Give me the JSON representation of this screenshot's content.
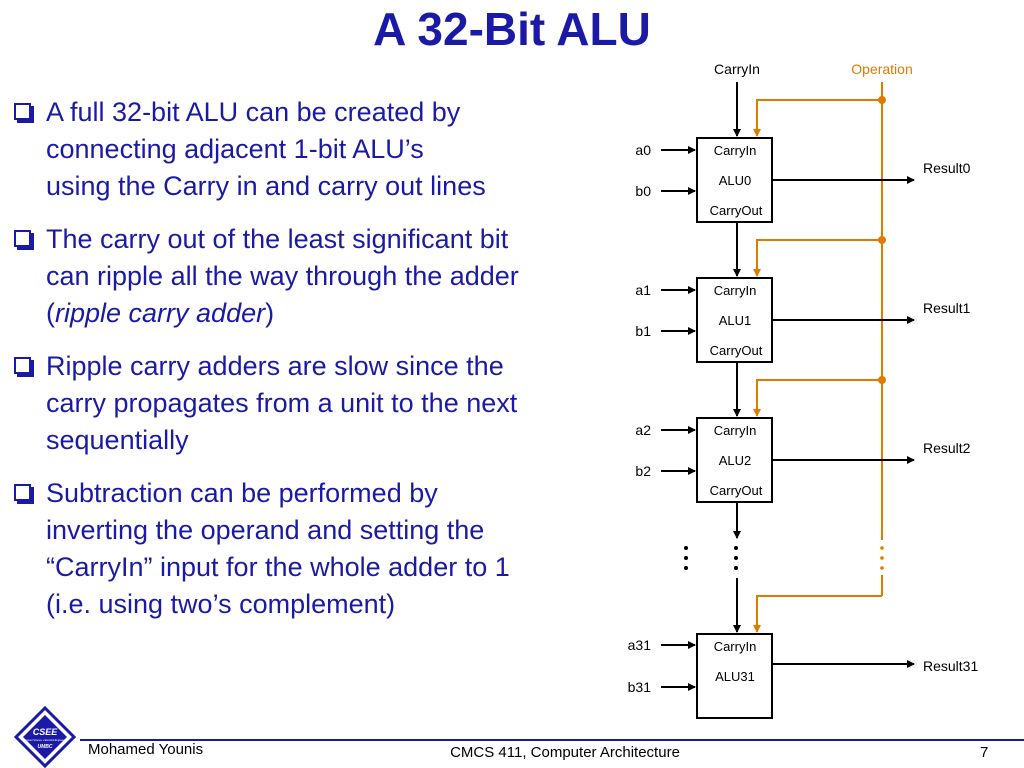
{
  "title": "A 32-Bit ALU",
  "bullets": [
    {
      "lines": [
        "A full 32-bit ALU can be created by",
        "connecting adjacent 1-bit ALU’s",
        "using the Carry in and carry out lines"
      ]
    },
    {
      "lines": [
        "The carry out of the least significant bit",
        "can ripple all the way through the adder"
      ],
      "pre": "(",
      "emph": "ripple carry adder",
      "post": ")"
    },
    {
      "lines": [
        "Ripple carry adders are slow since the",
        "carry propagates from a unit to the next",
        "sequentially"
      ]
    },
    {
      "lines": [
        "Subtraction can be performed by",
        "inverting the operand and setting the",
        "“CarryIn” input for the whole adder to 1",
        "(i.e. using two’s complement)"
      ]
    }
  ],
  "diagram": {
    "carryin_label": "CarryIn",
    "operation_label": "Operation",
    "operation_color": "#e07b00",
    "alus": [
      {
        "a": "a0",
        "b": "b0",
        "cin": "CarryIn",
        "name": "ALU0",
        "cout": "CarryOut",
        "result": "Result0"
      },
      {
        "a": "a1",
        "b": "b1",
        "cin": "CarryIn",
        "name": "ALU1",
        "cout": "CarryOut",
        "result": "Result1"
      },
      {
        "a": "a2",
        "b": "b2",
        "cin": "CarryIn",
        "name": "ALU2",
        "cout": "CarryOut",
        "result": "Result2"
      },
      {
        "a": "a31",
        "b": "b31",
        "cin": "CarryIn",
        "name": "ALU31",
        "cout": "",
        "result": "Result31"
      }
    ]
  },
  "footer": {
    "author": "Mohamed Younis",
    "course": "CMCS 411, Computer Architecture",
    "page": "7"
  },
  "logo": {
    "line1": "CSEE",
    "line2": "Computer Science + Electrical Engineering",
    "line3": "UMBC"
  }
}
